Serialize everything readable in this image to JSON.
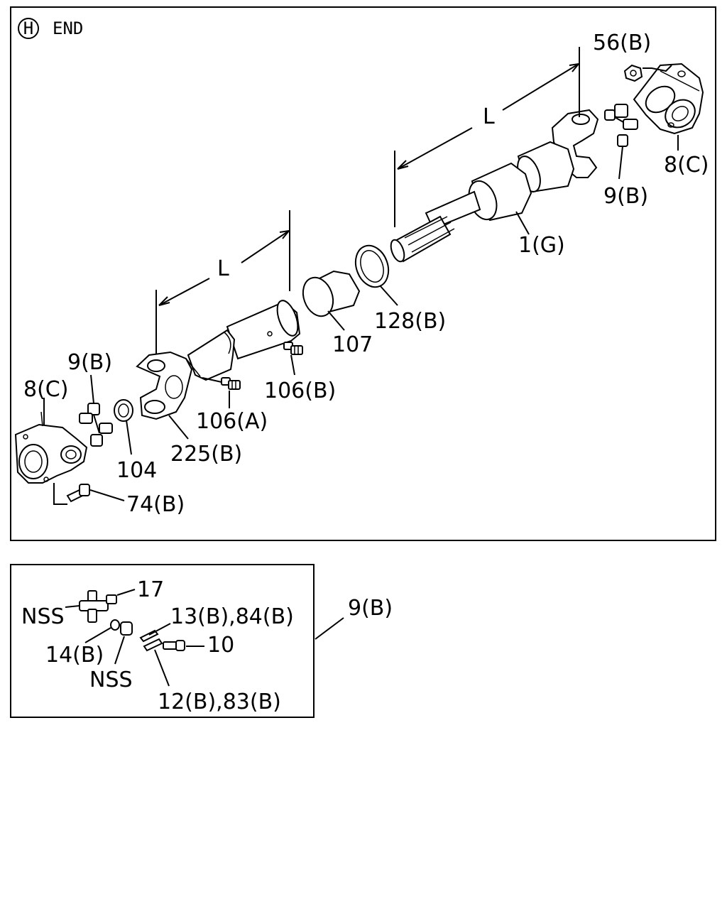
{
  "header": {
    "circle_letter": "H",
    "title": "END"
  },
  "main_diagram": {
    "dimension_label_1": "L",
    "dimension_label_2": "L",
    "callouts": {
      "p56b": "56(B)",
      "p8c_right": "8(C)",
      "p9b_right": "9(B)",
      "p1g": "1(G)",
      "p128b": "128(B)",
      "p107": "107",
      "p106b": "106(B)",
      "p106a": "106(A)",
      "p225b": "225(B)",
      "p104": "104",
      "p9b_left": "9(B)",
      "p8c_left": "8(C)",
      "p74b": "74(B)"
    }
  },
  "detail_diagram": {
    "reference": "9(B)",
    "callouts": {
      "p17": "17",
      "nss_top": "NSS",
      "p13b_84b": "13(B),84(B)",
      "p10": "10",
      "p14b": "14(B)",
      "nss_bottom": "NSS",
      "p12b_83b": "12(B),83(B)"
    }
  }
}
